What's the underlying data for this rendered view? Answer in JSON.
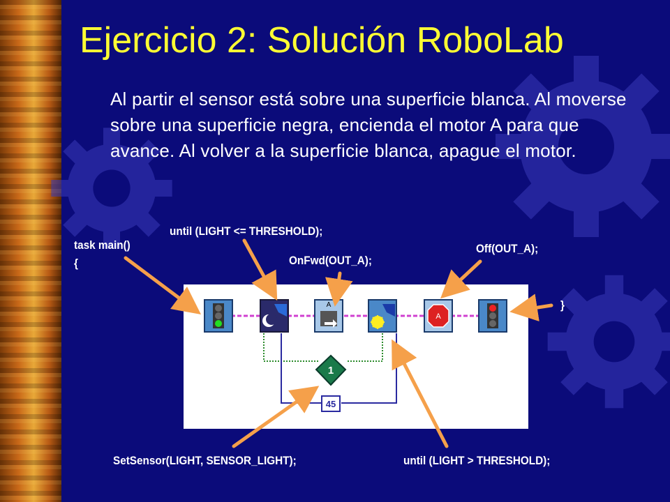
{
  "slide": {
    "title": "Ejercicio 2: Solución RoboLab",
    "intro": "Al partir el sensor está sobre una superficie blanca. Al moverse sobre una superficie negra, encienda el motor A para que avance. Al volver a la superficie blanca, apague el motor."
  },
  "labels": {
    "task_main_line1": "task main()",
    "task_main_line2": "{",
    "until_le": "until (LIGHT <= THRESHOLD);",
    "onfwd": "OnFwd(OUT_A);",
    "off": "Off(OUT_A);",
    "close_brace": "}",
    "setsensor": "SetSensor(LIGHT, SENSOR_LIGHT);",
    "until_gt": "until (LIGHT > THRESHOLD);"
  },
  "program": {
    "sensor_port": "1",
    "threshold_value": "45",
    "stop_port": "A",
    "motor_port": "A"
  },
  "colors": {
    "background": "#0b0b7a",
    "title": "#ffff33",
    "arrow": "#f5a04a",
    "wire": "#d040d0"
  }
}
